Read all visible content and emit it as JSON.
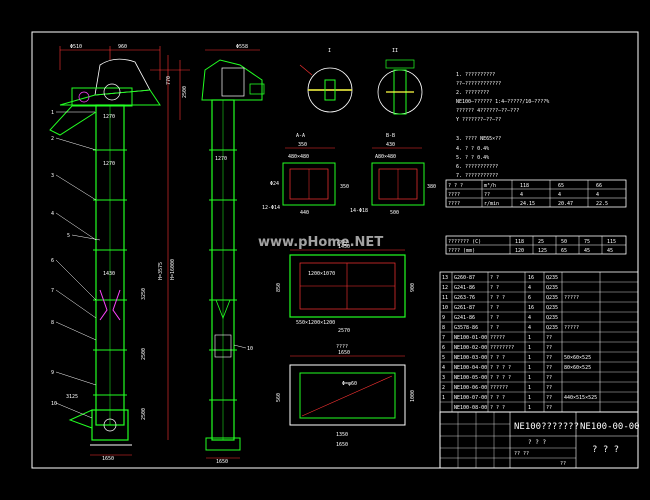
{
  "watermark": "www.pHome.NET",
  "callouts": [
    "1",
    "2",
    "3",
    "4",
    "5",
    "6",
    "7",
    "8",
    "9",
    "10"
  ],
  "side_view_callout": "10",
  "front_dims": {
    "top_width_a": "Φ510",
    "top_width_b": "960",
    "top_width_c": "770",
    "top_right_height": "2500",
    "mid_a": "1270",
    "mid_b": "1270",
    "mid_c": "1430",
    "total_height": "H=16000",
    "mid_height": "H=3575",
    "seg_2500": "2500",
    "seg_2500_b": "2500",
    "seg_3250": "3250",
    "bottom_a": "3125",
    "bottom_b": "1650",
    "bottom_c": "1650"
  },
  "side_dims": {
    "top_width": "Φ558",
    "mid": "1270",
    "bottom": "1650"
  },
  "section_marks": [
    "I",
    "II"
  ],
  "detail_a": {
    "title": "A-A",
    "w_top": "350",
    "inner": "480×480",
    "left_dim": "Φ24",
    "side": "350",
    "bottom": "440",
    "bottom_left": "12-Φ14"
  },
  "detail_b": {
    "title": "B-B",
    "w_top": "430",
    "inner": "A80×480",
    "side": "380",
    "bottom": "500",
    "bottom_left": "14-Φ18"
  },
  "frame_plan": {
    "title": "????",
    "top": "1450",
    "inner_label": "1200×1070",
    "left": "850",
    "right": "900",
    "bottom_a": "550×1200×1200",
    "bottom_b": "2570"
  },
  "base_plan": {
    "title": "????",
    "top": "1650",
    "inner_label": "Φ=φ60",
    "left": "560",
    "right": "1000",
    "bottom_a": "1350",
    "bottom_b": "1650"
  },
  "notes": [
    "1. ??????????",
    "   ??—????????????",
    "2. ????????",
    "   NE100—?????? 1:4—?????/10—????%",
    "   ??????  4??????—??—???",
    "                  Y ???????—??—??",
    "3. ???? NE65×??",
    "4. ?  ?  0.4%",
    "5. ?  ?  0.4%",
    "6. ???????????",
    "7. ???????????"
  ],
  "spec_table_1": {
    "rows": [
      [
        "? ? ?",
        "m³/h",
        "118",
        "65",
        "66"
      ],
      [
        "????",
        "??",
        "4",
        "4",
        "4"
      ],
      [
        "????",
        "r/min",
        "24.15",
        "20.47",
        "22.5"
      ]
    ]
  },
  "spec_table_2": {
    "rows": [
      [
        "??????? (C)",
        "118",
        "25",
        "50",
        "75",
        "115"
      ],
      [
        "???? (mm)",
        "120",
        "125",
        "65",
        "45",
        "45"
      ]
    ]
  },
  "parts_list": [
    [
      "13",
      "G260-87",
      "? ?",
      "16",
      "Q235",
      ""
    ],
    [
      "12",
      "G241-86",
      "? ?",
      "4",
      "Q235",
      ""
    ],
    [
      "11",
      "G263-76",
      "? ? ?",
      "6",
      "Q235",
      "?????"
    ],
    [
      "10",
      "G261-87",
      "? ?",
      "16",
      "Q235",
      ""
    ],
    [
      "9",
      "G241-86",
      "? ?",
      "4",
      "Q235",
      ""
    ],
    [
      "8",
      "G3578-86",
      "? ?",
      "4",
      "Q235",
      "?????"
    ],
    [
      "7",
      "NE100-01-00",
      "?????",
      "1",
      "??",
      ""
    ],
    [
      "6",
      "NE100-02-00",
      "????????",
      "1",
      "??",
      ""
    ],
    [
      "5",
      "NE100-03-00",
      "? ? ?",
      "1",
      "??",
      "50×60×525"
    ],
    [
      "4",
      "NE100-04-00",
      "? ? ? ?",
      "1",
      "??",
      "80×60×525"
    ],
    [
      "3",
      "NE100-05-00",
      "? ? ? ?",
      "1",
      "??",
      ""
    ],
    [
      "2",
      "NE100-06-00",
      "??????",
      "1",
      "??",
      ""
    ],
    [
      "1",
      "NE100-07-00",
      "? ? ?",
      "1",
      "??",
      "440×515×525"
    ],
    [
      "",
      "NE100-08-00",
      "? ? ?",
      "1",
      "??",
      ""
    ]
  ],
  "title_block": {
    "drawing_name": "NE100???????",
    "drawing_number": "NE100-00-00",
    "sub_label": "? ? ?",
    "company": "? ? ?",
    "sheet": "?? ??",
    "scale_label": "??"
  },
  "colors": {
    "background": "#000000",
    "border": "#ffffff",
    "body": "#22ff22",
    "dimension": "#ff3333",
    "cyan": "#66ffff",
    "yellow": "#ffff44",
    "magenta": "#ff44ff"
  }
}
